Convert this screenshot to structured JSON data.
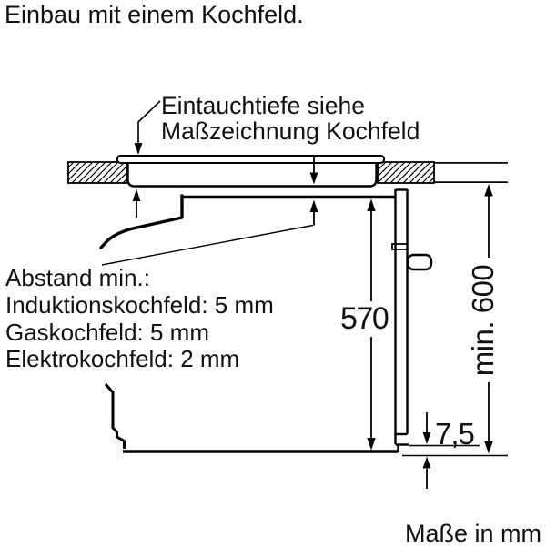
{
  "colors": {
    "background": "#ffffff",
    "line": "#000000",
    "text": "#111111"
  },
  "title": "Einbau mit einem Kochfeld.",
  "annotation": {
    "line1": "Eintauchtiefe siehe",
    "line2": "Maßzeichnung Kochfeld"
  },
  "clearance": {
    "heading": "Abstand min.:",
    "items": [
      "Induktionskochfeld: 5 mm",
      "Gaskochfeld: 5 mm",
      "Elektrokochfeld: 2 mm"
    ]
  },
  "dimensions": {
    "interior_height": "570",
    "min_height": "min. 600",
    "bottom_gap": "7,5"
  },
  "footer": "Maße in mm"
}
